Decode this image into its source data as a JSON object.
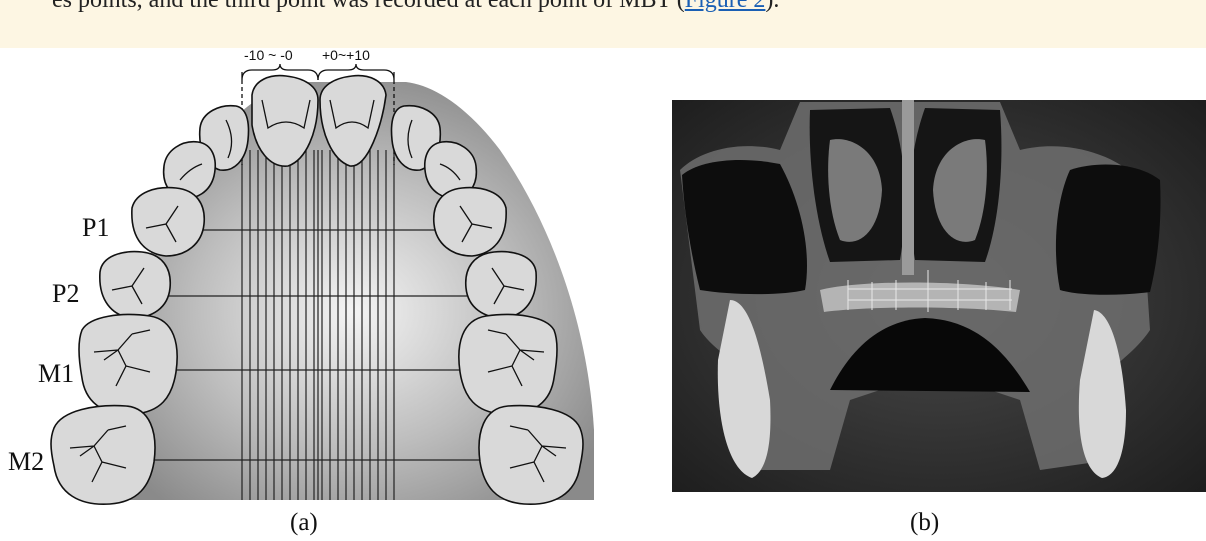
{
  "caption": {
    "text_before": "es points, and the third point was recorded at each point of MBT",
    "link_text": "Figure 2",
    "text_after": ")."
  },
  "figure_a": {
    "panel_label": "(a)",
    "range_left": "-10 ~ -0",
    "range_right": "+0~+10",
    "tooth_labels": [
      "P1",
      "P2",
      "M1",
      "M2"
    ]
  },
  "figure_b": {
    "panel_label": "(b)"
  },
  "colors": {
    "caption_band": "#fdf6e3",
    "tooth_fill": "#d9d9d9",
    "ct_background": "#2b2b2b"
  }
}
